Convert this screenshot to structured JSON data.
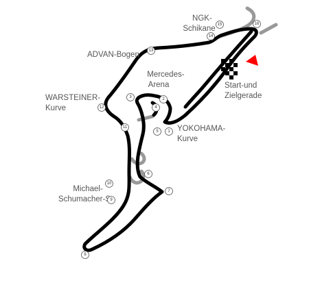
{
  "map": {
    "track_name_labels": [
      {
        "id": "ngk",
        "lines": [
          "NGK-",
          "Schikane"
        ]
      },
      {
        "id": "advan",
        "lines": [
          "ADVAN-Bogen"
        ]
      },
      {
        "id": "mercedes",
        "lines": [
          "Mercedes-",
          "Arena"
        ]
      },
      {
        "id": "warsteiner",
        "lines": [
          "WARSTEINER-",
          "Kurve"
        ]
      },
      {
        "id": "start",
        "lines": [
          "Start-und",
          "Zielgerade"
        ]
      },
      {
        "id": "yokohama",
        "lines": [
          "YOKOHAMA-",
          "Kurve"
        ]
      },
      {
        "id": "michael",
        "lines": [
          "Michael-",
          "Schumacher-S"
        ]
      }
    ],
    "turn_numbers": [
      "1",
      "2",
      "3",
      "4",
      "5",
      "6",
      "7",
      "8",
      "9",
      "10",
      "11",
      "12",
      "13",
      "14",
      "15",
      "16"
    ],
    "colors": {
      "track": "#000000",
      "old_sections": "#999999",
      "start_flag": "#ff0000",
      "label_text": "#555555"
    },
    "icons": [
      "checkered-finish-line-icon",
      "start-position-flag-icon"
    ]
  }
}
